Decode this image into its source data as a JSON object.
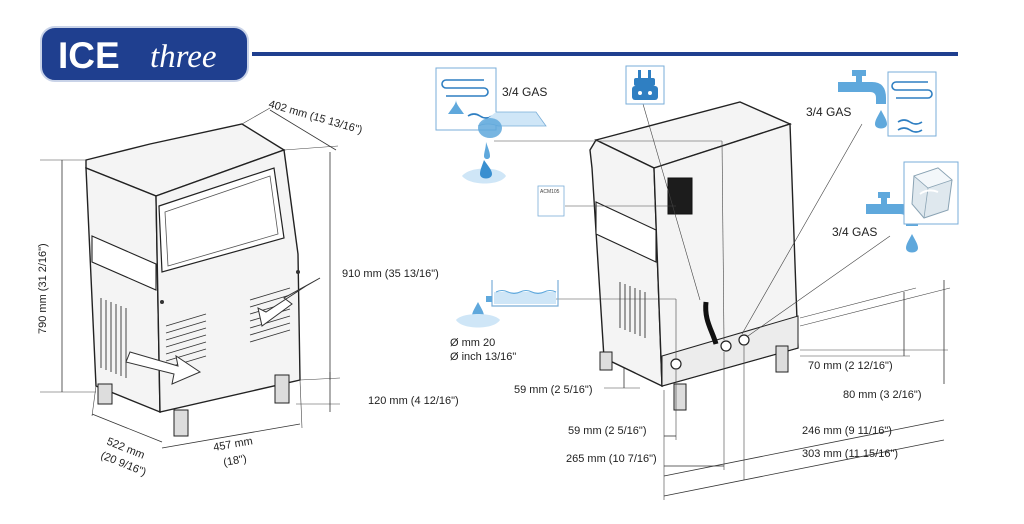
{
  "brand": {
    "bold": "ICE",
    "script": "three"
  },
  "colors": {
    "brand_navy": "#1f3f8f",
    "header_line": "#1f3f8f",
    "water_blue": "#5fa8dc"
  },
  "labels": {
    "depth_top": "402 mm (15 13/16\")",
    "height_left": "790 mm (31 2/16\")",
    "height_right": "910 mm (35 13/16\")",
    "leg_height": "120 mm (4 12/16\")",
    "depth_mm": "522 mm",
    "depth_in": "(20 9/16\")",
    "width_mm": "457 mm",
    "width_in": "(18\")",
    "gas_1": "3/4 GAS",
    "gas_2": "3/4 GAS",
    "gas_3": "3/4 GAS",
    "panel_tag": "ACM105",
    "drain_mm": "Ø mm 20",
    "drain_in": "Ø inch 13/16\"",
    "drain_height": "59 mm (2 5/16\")",
    "inlet_height_1": "70 mm (2 12/16\")",
    "inlet_height_2": "80 mm (3 2/16\")",
    "drain_offset": "59 mm (2 5/16\")",
    "offset_265": "265 mm (10 7/16\")",
    "offset_246": "246 mm (9 11/16\")",
    "offset_303": "303 mm (11 15/16\")"
  },
  "icons": [
    "electrical-plug-icon",
    "condenser-coil-icon",
    "water-tap-icon",
    "ice-cube-icon",
    "water-drop-icon"
  ]
}
